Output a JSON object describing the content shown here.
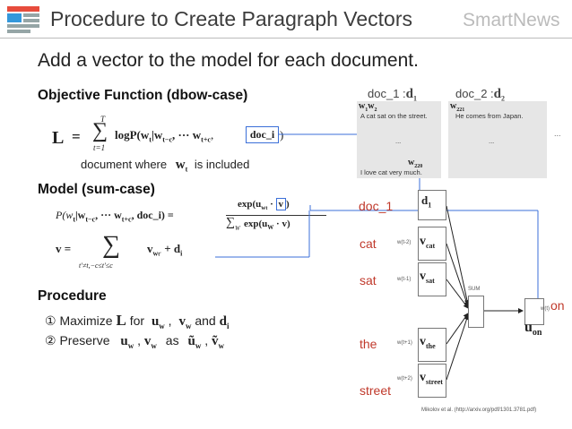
{
  "header": {
    "title": "Procedure to Create Paragraph Vectors",
    "brand": "SmartNews"
  },
  "subtitle": "Add a vector to the model for each document.",
  "objective": {
    "heading": "Objective Function (dbow-case)",
    "L": "L",
    "eq": "=",
    "sum_top": "T",
    "sum_bottom": "t=1",
    "log_term": "logP(w",
    "log_sub_t": "t",
    "log_mid": "|w",
    "log_sub_tc": "t−c",
    "log_dots": ", ··· w",
    "log_sub_tpc": "t+c",
    "log_doc": "doc_i",
    "close_paren": ")",
    "note_before": "document where",
    "note_w": "w",
    "note_sub": "t",
    "note_after": "is included"
  },
  "model": {
    "heading": "Model (sum-case)",
    "p_lhs": "P(w",
    "p_sub_t": "t",
    "p_mid": "|w",
    "p_sub_tc": "t−c",
    "p_dots": ", ··· w",
    "p_sub_tpc": "t+c",
    "p_doc": ", doc_i) =",
    "num": "exp(u",
    "num_sub": "w",
    "num_sub2": "t",
    "num_dot": " · ",
    "num_v": "v",
    "num_close": ")",
    "den": "exp(u",
    "den_sub": "W",
    "den_rest": " · v)",
    "den_sum_sub": "W",
    "v_lhs": "v =",
    "v_sum_sub": "t′≠t,−c≤t′≤c",
    "v_term": "v",
    "v_term_sub": "w",
    "v_term_sub2": "t′",
    "v_plus": "+ d",
    "v_plus_sub": "i"
  },
  "procedure": {
    "heading": "Procedure",
    "step1_num": "①",
    "step1_a": "Maximize",
    "step1_L": "L",
    "step1_for": "for",
    "step1_u": "u",
    "step1_u_sub": "w",
    "step1_comma": ",",
    "step1_v": "v",
    "step1_v_sub": "w",
    "step1_and": "and",
    "step1_d": "d",
    "step1_d_sub": "i",
    "step2_num": "②",
    "step2_a": "Preserve",
    "step2_u": "u",
    "step2_u_sub": "w",
    "step2_comma": ",",
    "step2_v": "v",
    "step2_v_sub": "w",
    "step2_as": "as",
    "step2_ut": "ũ",
    "step2_ut_sub": "w",
    "step2_comma2": ",",
    "step2_vt": "ṽ",
    "step2_vt_sub": "w"
  },
  "docs": {
    "doc1_label": "doc_1 :",
    "doc1_sym": "d",
    "doc1_sub": "1",
    "doc2_label": "doc_2 :",
    "doc2_sym": "d",
    "doc2_sub": "2",
    "ellipsis_right": "...",
    "doc1_w1": "w",
    "doc1_w1_sub": "1",
    "doc1_w2": "w",
    "doc1_w2_sub": "2",
    "doc1_line1": "A cat sat on the street.",
    "doc1_mid": "...",
    "doc1_w220": "w",
    "doc1_w220_sub": "220",
    "doc1_line2": "I love cat very much.",
    "doc2_w221": "w",
    "doc2_w221_sub": "221",
    "doc2_line1": "He comes from Japan.",
    "doc2_mid": "..."
  },
  "network": {
    "rows": [
      {
        "word": "doc_1",
        "input": "",
        "vec": "d",
        "vec_sub": "1"
      },
      {
        "word": "cat",
        "input": "w(t-2)",
        "vec": "v",
        "vec_sub": "cat"
      },
      {
        "word": "sat",
        "input": "w(t-1)",
        "vec": "v",
        "vec_sub": "sat"
      },
      {
        "word": "the",
        "input": "w(t+1)",
        "vec": "v",
        "vec_sub": "the"
      },
      {
        "word": "street",
        "input": "w(t+2)",
        "vec": "v",
        "vec_sub": "street"
      }
    ],
    "sum_label": "SUM",
    "out_input": "w(t)",
    "out_word": "on",
    "out_vec": "u",
    "out_vec_sub": "on"
  },
  "citation": "Mikolov et al. (http://arxiv.org/pdf/1301.3781.pdf)",
  "colors": {
    "accent_red": "#c0392b",
    "accent_blue": "#3b6fd8",
    "doc_box": "#e6e6e6"
  }
}
